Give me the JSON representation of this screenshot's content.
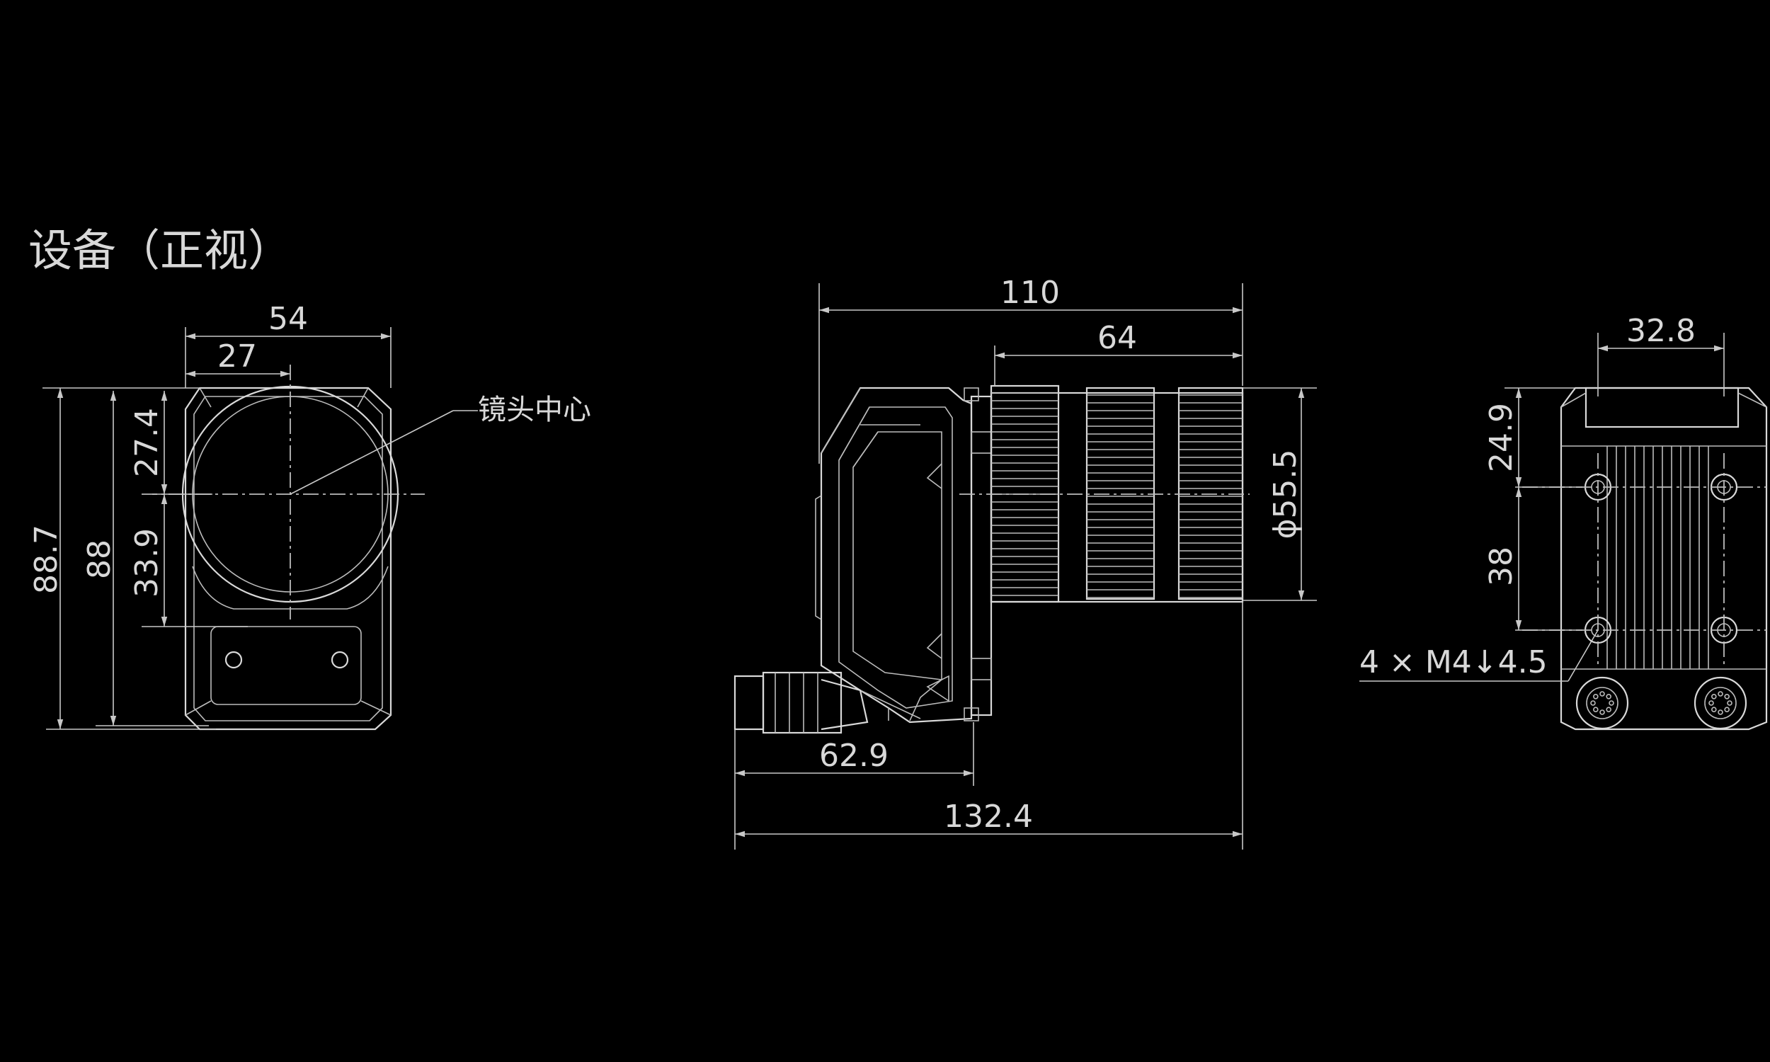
{
  "diagram": {
    "title": "设备（正视）",
    "label_lens_center": "镜头中心",
    "front_view": {
      "dim_width": "54",
      "dim_half_width": "27",
      "dim_total_height": "88.7",
      "dim_height": "88",
      "dim_upper": "27.4",
      "dim_lower": "33.9"
    },
    "side_view": {
      "dim_top_total": "110",
      "dim_lens_length": "64",
      "dim_lens_diameter": "ϕ55.5",
      "dim_body": "62.9",
      "dim_overall": "132.4"
    },
    "back_view": {
      "dim_hole_spacing_x": "32.8",
      "dim_top_offset": "24.9",
      "dim_hole_spacing_y": "38",
      "dim_mount_holes": "4 × M4↓4.5"
    }
  }
}
